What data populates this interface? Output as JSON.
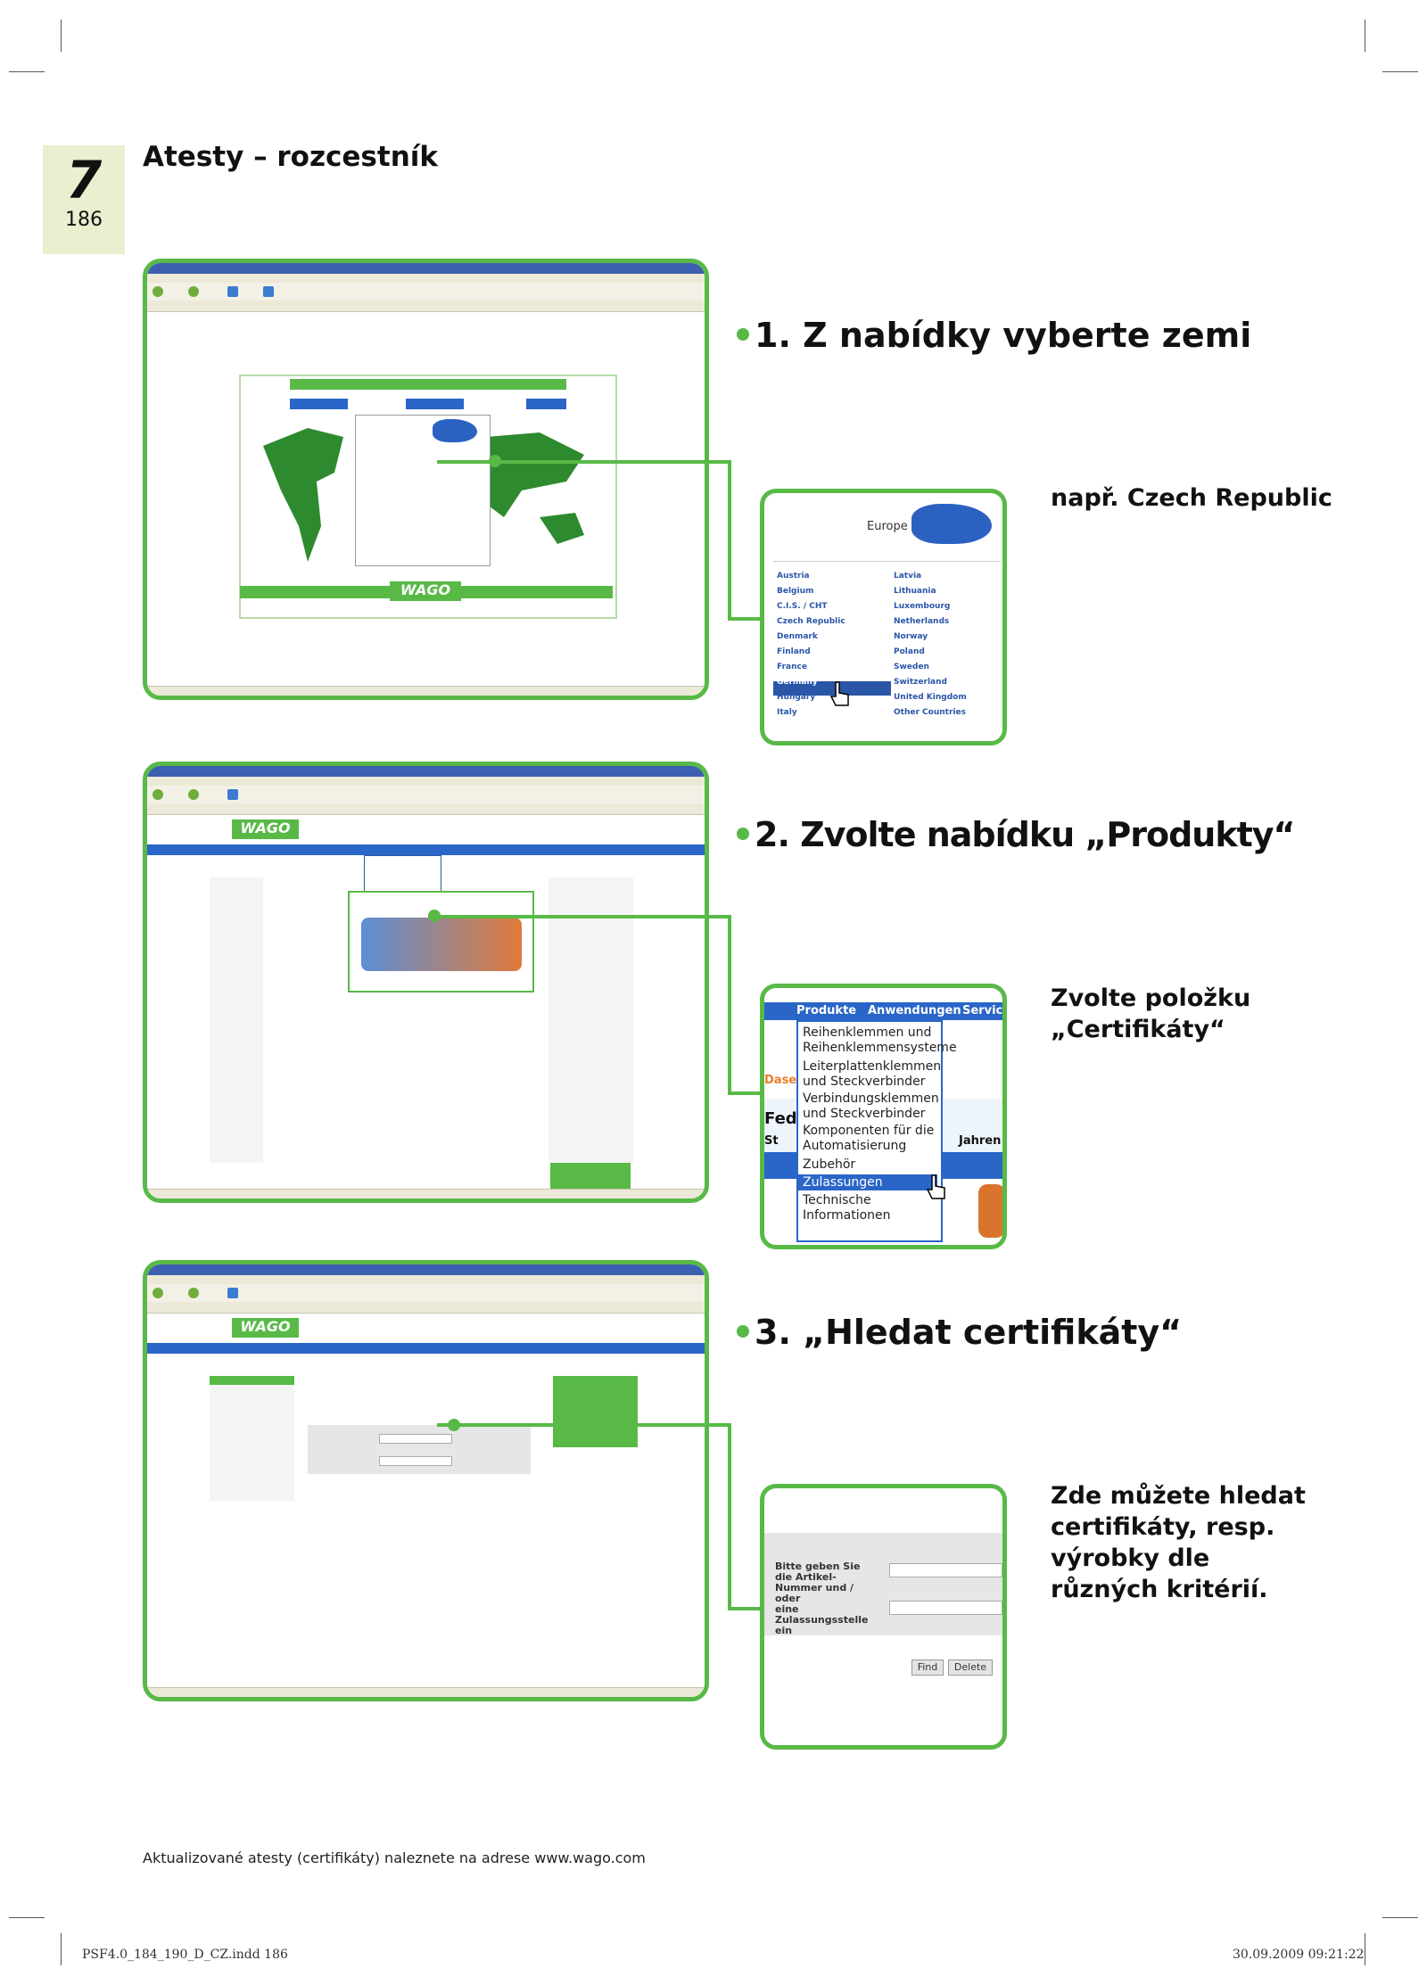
{
  "chapter": {
    "number": "7",
    "page": "186"
  },
  "title": "Atesty – rozcestník",
  "steps": [
    {
      "heading": "1. Z nabídky vyberte zemi",
      "note": [
        "např. Czech Republic"
      ]
    },
    {
      "heading": "2. Zvolte nabídku „Produkty“",
      "note": [
        "Zvolte položku",
        "„Certifikáty“"
      ]
    },
    {
      "heading": "3. „Hledat certifikáty“",
      "note": [
        "Zde můžete hledat",
        "certifikáty, resp.",
        "výrobky dle",
        "různých kritérií."
      ]
    }
  ],
  "zoom1": {
    "region": "Europe",
    "countries_left": [
      "Austria",
      "Belgium",
      "C.I.S. / CHT",
      "Czech Republic",
      "Denmark",
      "Finland",
      "France",
      "Germany",
      "Hungary",
      "Italy"
    ],
    "countries_right": [
      "Latvia",
      "Lithuania",
      "Luxembourg",
      "Netherlands",
      "Norway",
      "Poland",
      "Sweden",
      "Switzerland",
      "United Kingdom",
      "Other Countries"
    ]
  },
  "zoom2": {
    "nav": [
      "Produkte",
      "Anwendungen",
      "Service"
    ],
    "menu": [
      "Reihenklemmen und",
      "Reihenklemmensysteme",
      "Leiterplattenklemmen",
      "und Steckverbinder",
      "Verbindungsklemmen",
      "und Steckverbinder",
      "Komponenten für die",
      "Automatisierung",
      "Zubehör",
      "Zulassungen",
      "Technische",
      "Informationen"
    ],
    "bg_text": [
      "Dase",
      "Fede",
      "St",
      "Jahren"
    ]
  },
  "zoom3": {
    "label1": "Bitte geben Sie die Artikel-Nummer und / oder",
    "label2": "eine Zulassungsstelle ein",
    "find": "Find",
    "delete": "Delete"
  },
  "footer": "Aktualizované atesty (certifikáty) naleznete na adrese www.wago.com",
  "slug_left": "PSF4.0_184_190_D_CZ.indd   186",
  "slug_right": "30.09.2009   09:21:22"
}
